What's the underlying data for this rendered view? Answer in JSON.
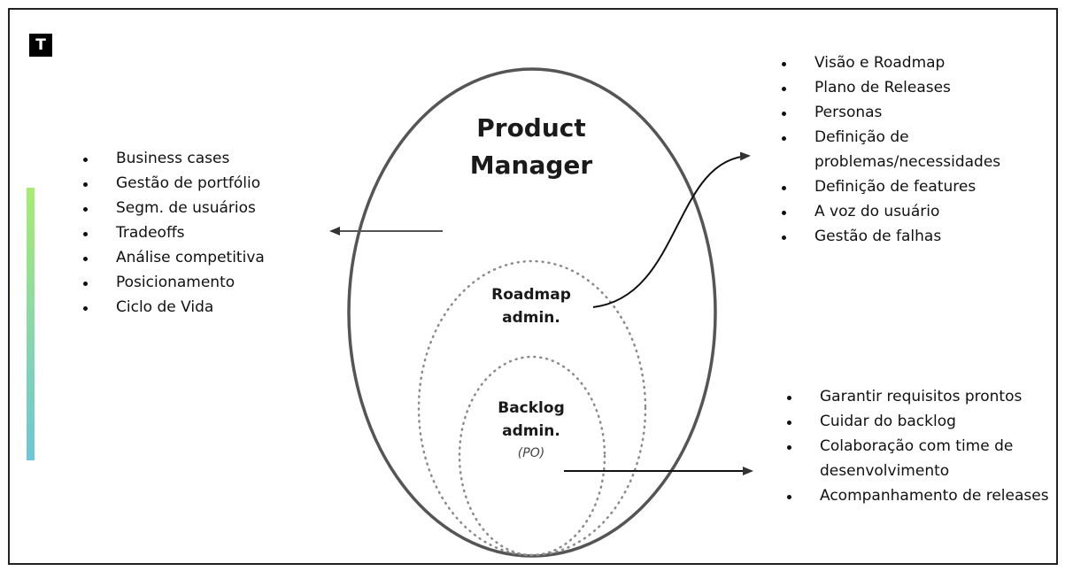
{
  "logo_letter": "T",
  "title": {
    "line1": "Product",
    "line2": "Manager"
  },
  "roadmap": {
    "line1": "Roadmap",
    "line2": "admin."
  },
  "backlog": {
    "line1": "Backlog",
    "line2": "admin.",
    "subtitle": "(PO)"
  },
  "left_list": [
    "Business cases",
    "Gestão de portfólio",
    "Segm. de usuários",
    "Tradeoffs",
    "Análise competitiva",
    "Posicionamento",
    "Ciclo de Vida"
  ],
  "top_right_list": [
    "Visão e Roadmap",
    "Plano de Releases",
    "Personas",
    "Definição de problemas/necessidades",
    "Definição de features",
    "A voz do usuário",
    "Gestão de falhas"
  ],
  "bottom_right_list": [
    "Garantir requisitos prontos",
    "Cuidar do backlog",
    "Colaboração com time de desenvolvimento",
    "Acompanhamento de releases"
  ],
  "colors": {
    "accent_gradient_top": "#a8ec72",
    "accent_gradient_bottom": "#6cc6da",
    "outline": "#555555",
    "dotted": "#8a8a8a"
  }
}
